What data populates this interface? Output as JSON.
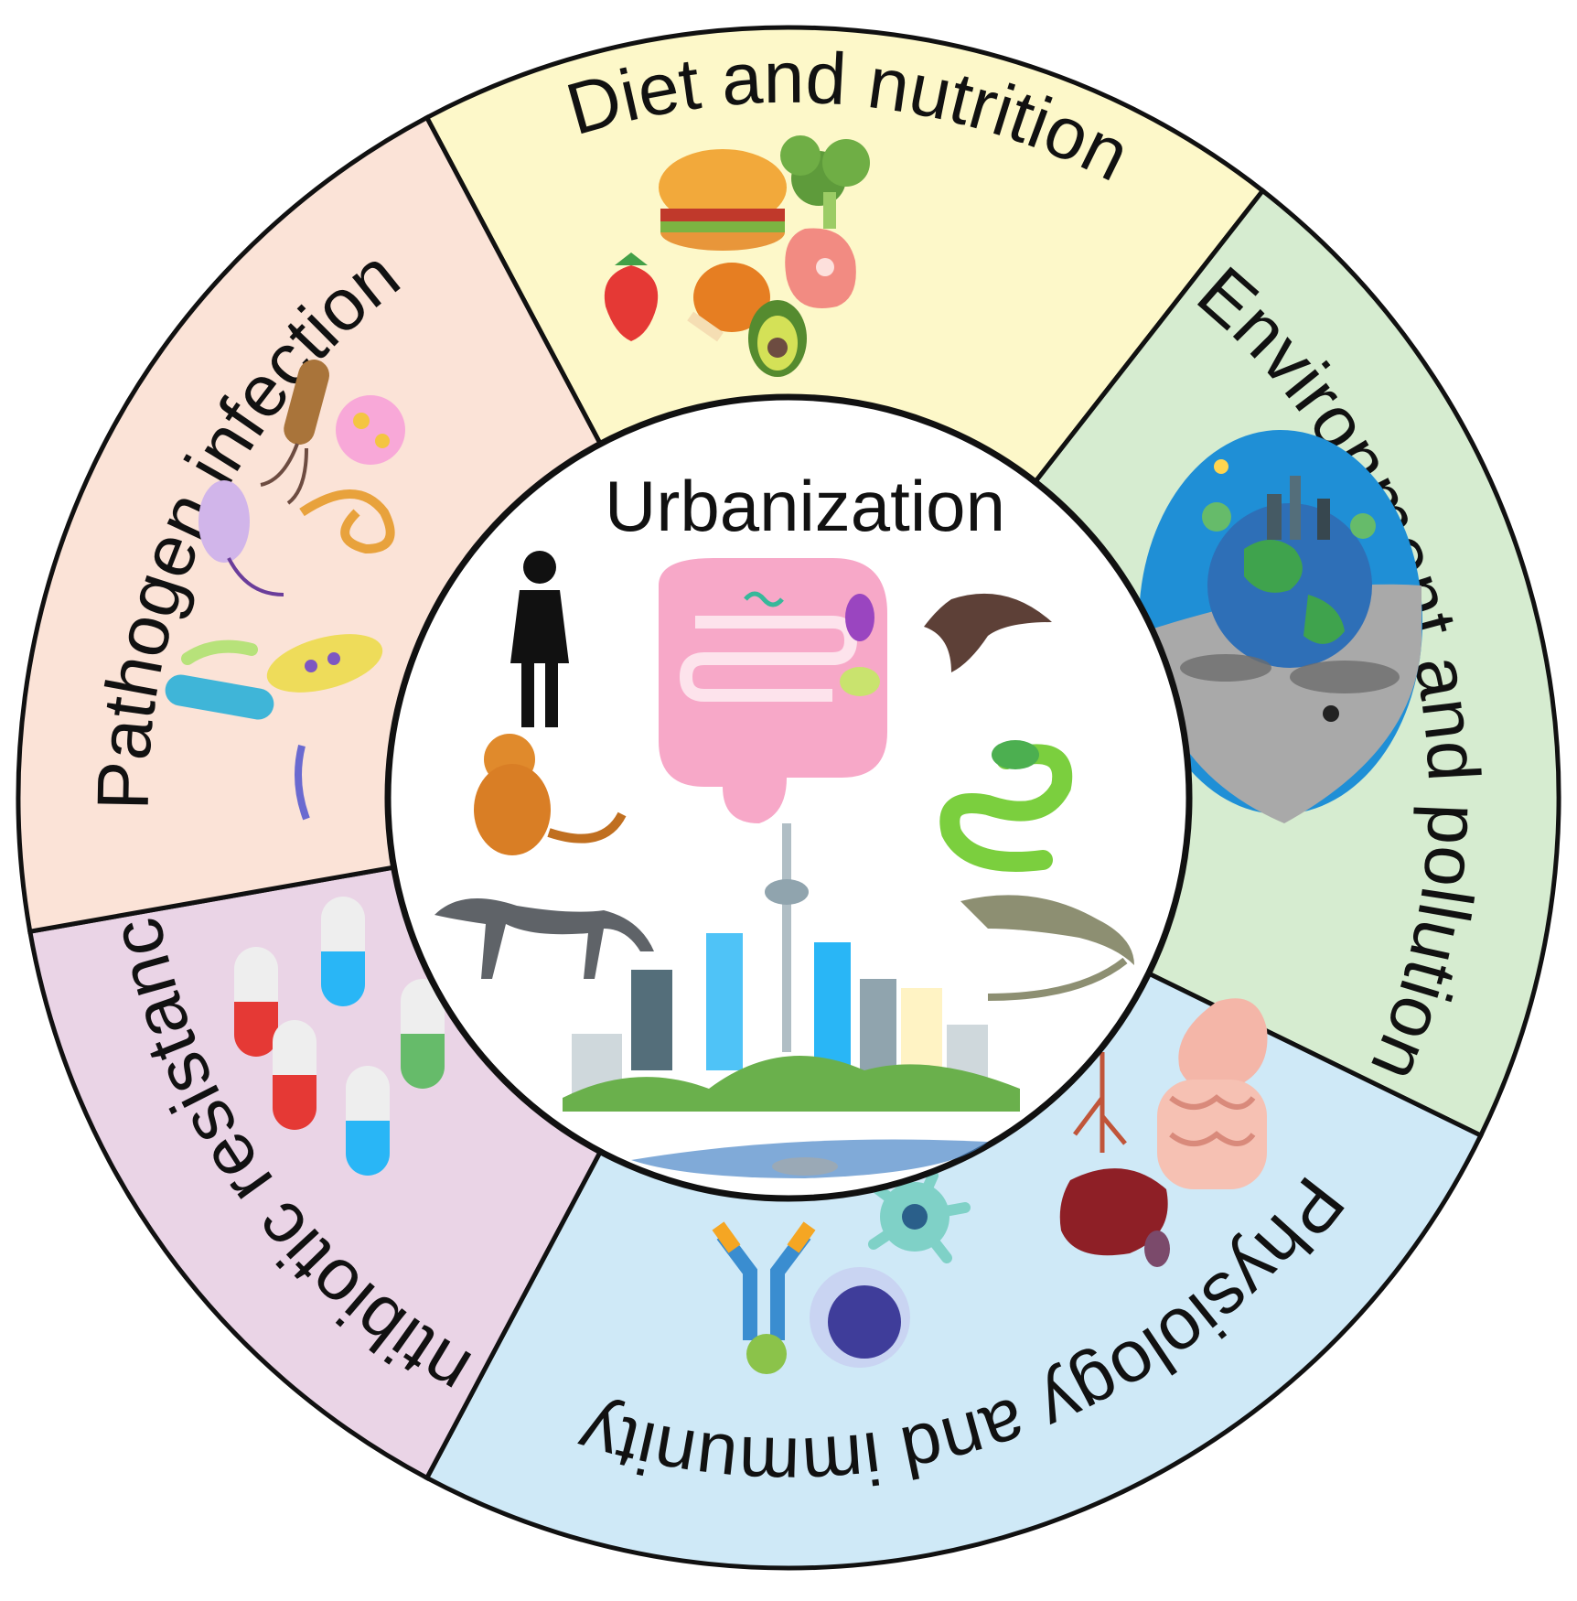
{
  "center": {
    "title": "Urbanization",
    "fill": "#ffffff"
  },
  "segments": [
    {
      "id": "diet",
      "label": "Diet and nutrition",
      "fill": "#fdf8c9",
      "icon": "food-icon"
    },
    {
      "id": "environment",
      "label": "Environment and pollution",
      "fill": "#d6ecd0",
      "icon": "polluted-earth-icon"
    },
    {
      "id": "physiology",
      "label": "Physiology and immunity",
      "fill": "#cfe9f7",
      "icon": "organs-immune-cells-icon"
    },
    {
      "id": "antibiotic",
      "label": "Antibiotic resistance",
      "fill": "#ead4e6",
      "icon": "capsules-icon"
    },
    {
      "id": "pathogen",
      "label": "Pathogen infection",
      "fill": "#fbe3d7",
      "icon": "microbes-icon"
    }
  ],
  "center_icons": [
    "human-icon",
    "gut-microbiome-icon",
    "bird-icon",
    "monkey-icon",
    "snake-icon",
    "panther-icon",
    "lizard-icon",
    "city-skyline-icon",
    "fish-icon"
  ],
  "colors": {
    "stroke": "#111111"
  }
}
